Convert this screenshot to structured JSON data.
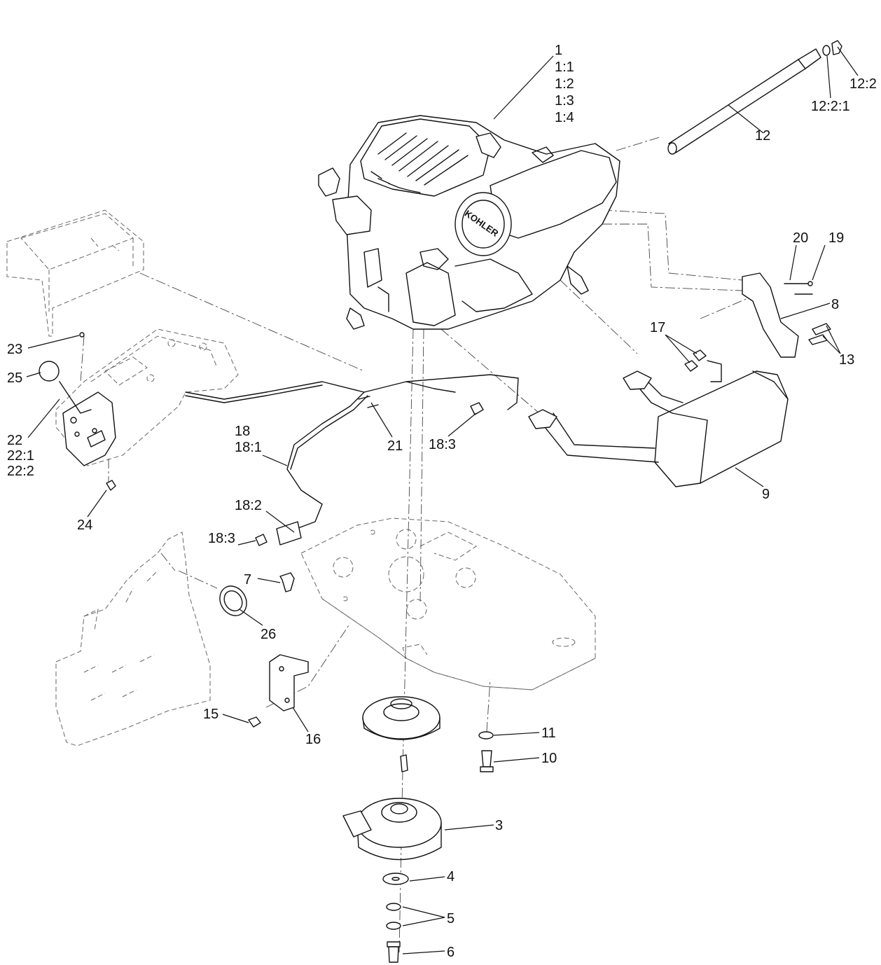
{
  "brand_text": "KOHLER",
  "callouts": [
    {
      "id": "1",
      "lines": [
        "1",
        "1:1",
        "1:2",
        "1:3",
        "1:4"
      ]
    },
    {
      "id": "12",
      "lines": [
        "12"
      ]
    },
    {
      "id": "12-2",
      "lines": [
        "12:2"
      ]
    },
    {
      "id": "12-2-1",
      "lines": [
        "12:2:1"
      ]
    },
    {
      "id": "20",
      "lines": [
        "20"
      ]
    },
    {
      "id": "19",
      "lines": [
        "19"
      ]
    },
    {
      "id": "8",
      "lines": [
        "8"
      ]
    },
    {
      "id": "17",
      "lines": [
        "17"
      ]
    },
    {
      "id": "13",
      "lines": [
        "13"
      ]
    },
    {
      "id": "9",
      "lines": [
        "9"
      ]
    },
    {
      "id": "23",
      "lines": [
        "23"
      ]
    },
    {
      "id": "25",
      "lines": [
        "25"
      ]
    },
    {
      "id": "22",
      "lines": [
        "22",
        "22:1",
        "22:2"
      ]
    },
    {
      "id": "24",
      "lines": [
        "24"
      ]
    },
    {
      "id": "18",
      "lines": [
        "18",
        "18:1"
      ]
    },
    {
      "id": "21",
      "lines": [
        "21"
      ]
    },
    {
      "id": "18-3a",
      "lines": [
        "18:3"
      ]
    },
    {
      "id": "18-2",
      "lines": [
        "18:2"
      ]
    },
    {
      "id": "18-3b",
      "lines": [
        "18:3"
      ]
    },
    {
      "id": "7",
      "lines": [
        "7"
      ]
    },
    {
      "id": "26",
      "lines": [
        "26"
      ]
    },
    {
      "id": "15",
      "lines": [
        "15"
      ]
    },
    {
      "id": "16",
      "lines": [
        "16"
      ]
    },
    {
      "id": "11",
      "lines": [
        "11"
      ]
    },
    {
      "id": "10",
      "lines": [
        "10"
      ]
    },
    {
      "id": "3",
      "lines": [
        "3"
      ]
    },
    {
      "id": "4",
      "lines": [
        "4"
      ]
    },
    {
      "id": "5",
      "lines": [
        "5"
      ]
    },
    {
      "id": "6",
      "lines": [
        "6"
      ]
    }
  ]
}
